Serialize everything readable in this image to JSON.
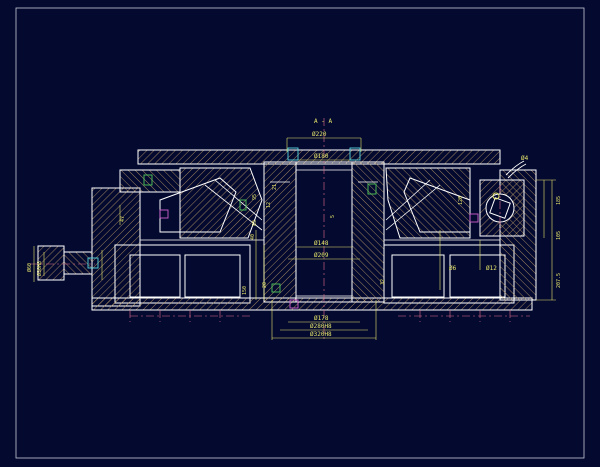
{
  "drawing": {
    "section_label": "A - A",
    "dims_top": {
      "d220": "Ø220",
      "d180": "Ø180"
    },
    "dims_mid": {
      "d148": "Ø148",
      "d209": "Ø209"
    },
    "dims_bottom": {
      "d178": "Ø178",
      "d280": "Ø280H8",
      "d320": "Ø320H8"
    },
    "dims_left": {
      "d60": "Ø60",
      "d30": "Ø30H8",
      "h40": "40",
      "h150": "150",
      "h47": "47"
    },
    "dims_right": {
      "d4": "Ø4",
      "d6": "Ø6",
      "d12": "Ø12",
      "h185": "185",
      "h105": "105",
      "h2075": "207.5",
      "h32": "32",
      "h120": "120"
    },
    "marks": {
      "s5": "5",
      "r12": "12",
      "r20": "20",
      "r21": "21",
      "r95": "95",
      "r85": "85"
    }
  },
  "colors": {
    "background": "#04092f",
    "frame": "#c9ccd6",
    "outline": "#ffffff",
    "hatch": "#c7a56a",
    "dimension": "#e8e86a",
    "center": "#e06c8e",
    "cyan": "#58d6e0",
    "green": "#4fc85a",
    "magenta": "#d060d0"
  }
}
